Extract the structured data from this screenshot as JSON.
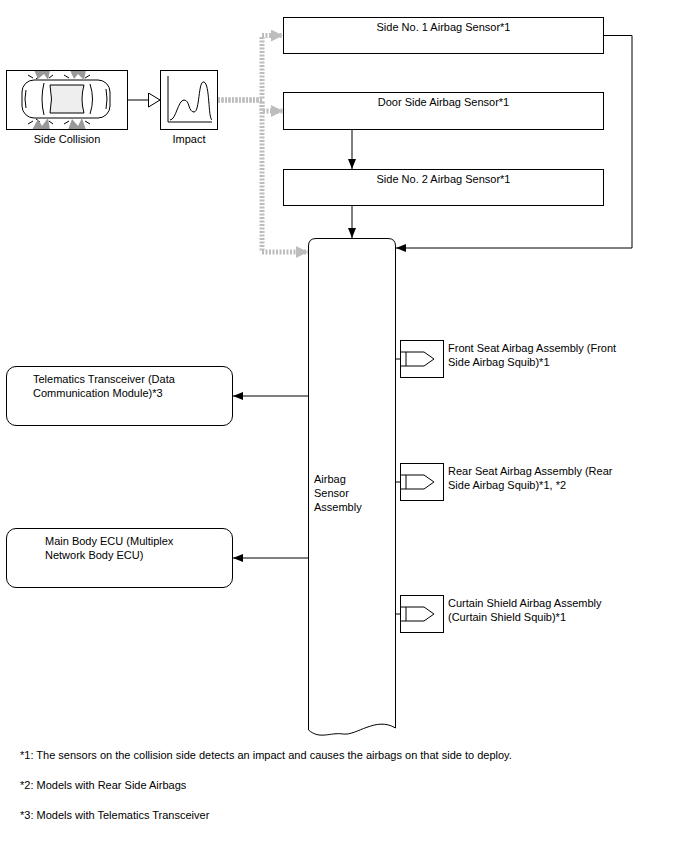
{
  "diagram": {
    "nodes": [
      {
        "text": [
          "Side Collision"
        ]
      },
      {
        "text": [
          "Impact"
        ]
      },
      {
        "text": [
          "Side No. 1 Airbag Sensor*1"
        ]
      },
      {
        "text": [
          "Door Side Airbag Sensor*1"
        ]
      },
      {
        "text": [
          "Side No. 2 Airbag Sensor*1"
        ]
      },
      {
        "text": [
          "Airbag Sensor Assembly"
        ]
      },
      {
        "text": [
          "Front Seat Airbag Assembly (Front Side Airbag Squib)*1"
        ]
      },
      {
        "text": [
          "Telematics Transceiver (Data Communication Module)*3"
        ]
      },
      {
        "text": [
          "Rear Seat Airbag Assembly (Rear Side Airbag Squib)*1, *2"
        ]
      },
      {
        "text": [
          "Main Body ECU (Multiplex Network Body ECU)"
        ]
      },
      {
        "text": [
          "Curtain Shield Airbag Assembly (Curtain Shield Squib)*1"
        ]
      }
    ],
    "edges": [
      {
        "from": 0,
        "to": 1,
        "arrow": "to"
      },
      {
        "from": 1,
        "to": 2,
        "arrow": "to"
      },
      {
        "from": 1,
        "to": 3,
        "arrow": "to"
      },
      {
        "from": 1,
        "to": 5,
        "arrow": "to"
      },
      {
        "from": 3,
        "to": 4,
        "arrow": "to"
      },
      {
        "from": 4,
        "to": 5,
        "arrow": "to"
      },
      {
        "from": 2,
        "to": 5,
        "arrow": "to"
      },
      {
        "from": 5,
        "to": 7,
        "arrow": "to"
      },
      {
        "from": 5,
        "to": 9,
        "arrow": "to"
      },
      {
        "from": 5,
        "to": 6,
        "arrow": "none"
      },
      {
        "from": 5,
        "to": 8,
        "arrow": "none"
      },
      {
        "from": 5,
        "to": 10,
        "arrow": "none"
      }
    ],
    "labels": [
      "*1: The sensors on the collision side detects an impact and causes the airbags on that side to deploy.",
      "*2: Models with Rear Side Airbags",
      "*3: Models with Telematics Transceiver"
    ]
  }
}
